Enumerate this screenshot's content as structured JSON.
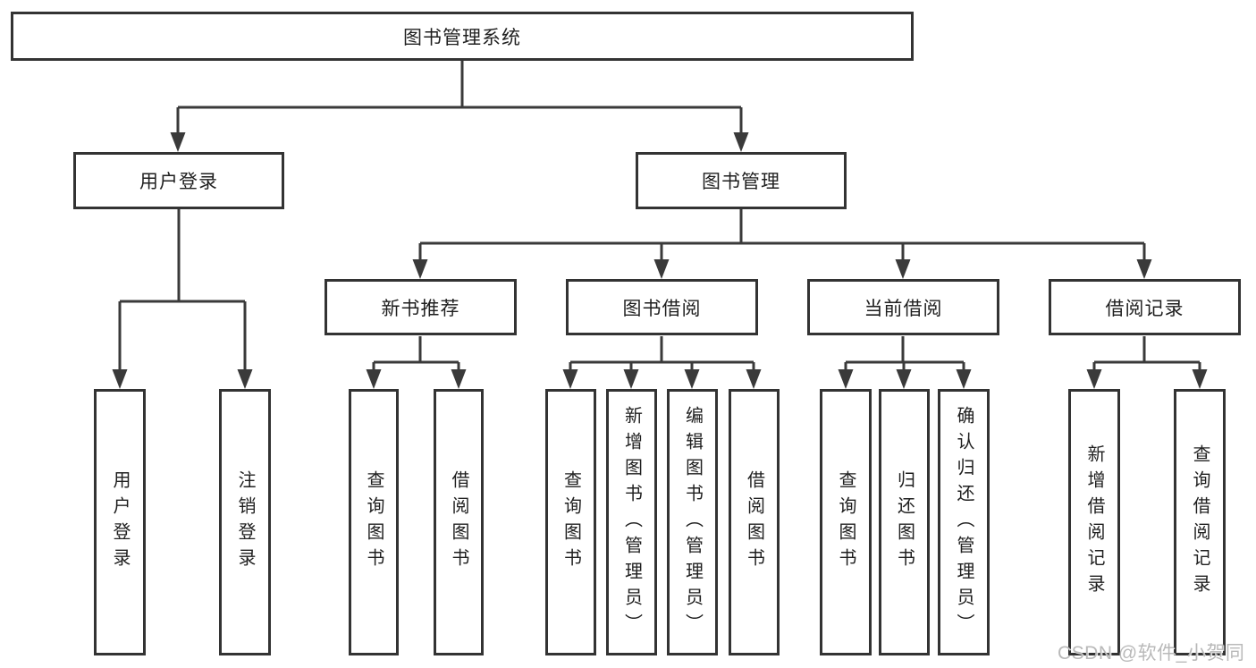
{
  "diagram": {
    "root": "图书管理系统",
    "level2": {
      "user_login": "用户登录",
      "book_mgmt": "图书管理"
    },
    "level3": {
      "new_book_rec": "新书推荐",
      "book_borrow": "图书借阅",
      "current_borrow": "当前借阅",
      "borrow_records": "借阅记录"
    },
    "leaves": {
      "user_login": "用户登录",
      "logout": "注销登录",
      "rec_query": "查询图书",
      "rec_borrow": "借阅图书",
      "bb_query": "查询图书",
      "bb_add": "新增图书（管理员）",
      "bb_edit": "编辑图书（管理员）",
      "bb_borrow": "借阅图书",
      "cb_query": "查询图书",
      "cb_return": "归还图书",
      "cb_confirm": "确认归还（管理员）",
      "br_add": "新增借阅记录",
      "br_query": "查询借阅记录"
    },
    "edges": [
      [
        "图书管理系统",
        "用户登录"
      ],
      [
        "图书管理系统",
        "图书管理"
      ],
      [
        "用户登录",
        "用户登录"
      ],
      [
        "用户登录",
        "注销登录"
      ],
      [
        "图书管理",
        "新书推荐"
      ],
      [
        "图书管理",
        "图书借阅"
      ],
      [
        "图书管理",
        "当前借阅"
      ],
      [
        "图书管理",
        "借阅记录"
      ],
      [
        "新书推荐",
        "查询图书"
      ],
      [
        "新书推荐",
        "借阅图书"
      ],
      [
        "图书借阅",
        "查询图书"
      ],
      [
        "图书借阅",
        "新增图书（管理员）"
      ],
      [
        "图书借阅",
        "编辑图书（管理员）"
      ],
      [
        "图书借阅",
        "借阅图书"
      ],
      [
        "当前借阅",
        "查询图书"
      ],
      [
        "当前借阅",
        "归还图书"
      ],
      [
        "当前借阅",
        "确认归还（管理员）"
      ],
      [
        "借阅记录",
        "新增借阅记录"
      ],
      [
        "借阅记录",
        "查询借阅记录"
      ]
    ]
  },
  "watermark": "CSDN @软件_小贺同学",
  "colors": {
    "line": "#3a3a3a",
    "border": "#333333",
    "text": "#1f1f1f",
    "background": "#ffffff",
    "watermark": "#b9b9b9"
  }
}
